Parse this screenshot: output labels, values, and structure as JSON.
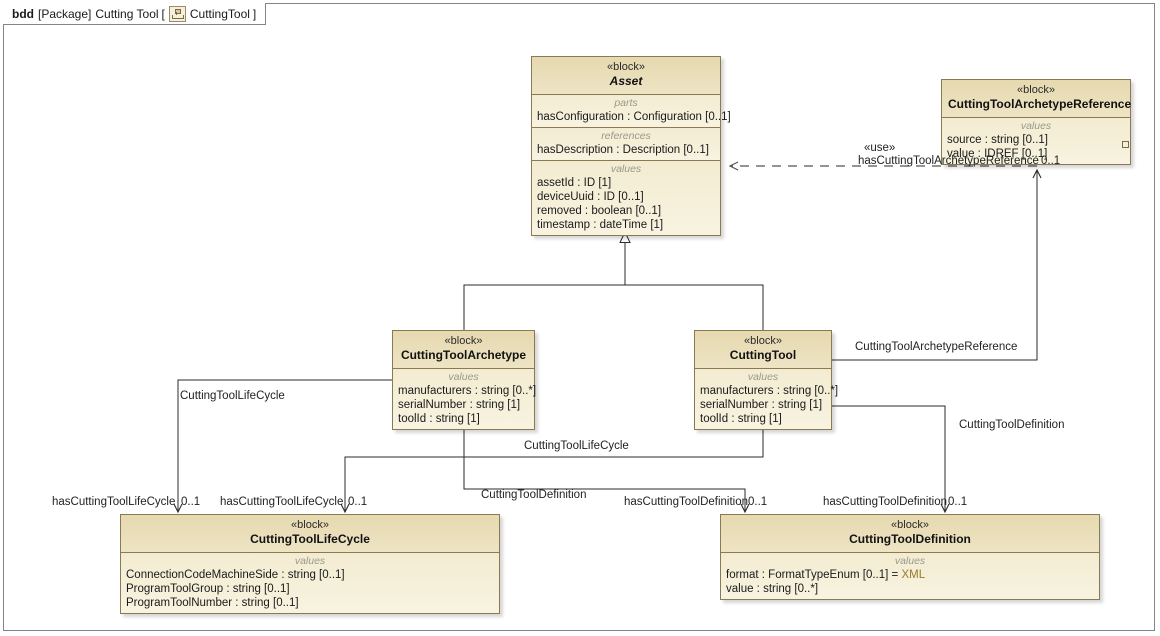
{
  "diagram": {
    "kind": "bdd",
    "frame_kw": "bdd",
    "frame_package": "[Package]",
    "frame_name": "Cutting Tool",
    "frame_bracket_open": "[",
    "frame_diagram_name": "CuttingTool",
    "frame_bracket_close": "]",
    "icon": "bdd-diagram-icon"
  },
  "blocks": [
    {
      "id": "asset",
      "stereotype": "«block»",
      "name": "Asset",
      "abstract": true,
      "compartments": [
        {
          "title": "parts",
          "features": [
            "hasConfiguration : Configuration [0..1]"
          ]
        },
        {
          "title": "references",
          "features": [
            "hasDescription : Description [0..1]"
          ]
        },
        {
          "title": "values",
          "features": [
            "assetId : ID [1]",
            "deviceUuid : ID [0..1]",
            "removed : boolean [0..1]",
            "timestamp : dateTime [1]"
          ]
        }
      ]
    },
    {
      "id": "ctarchref",
      "stereotype": "«block»",
      "name": "CuttingToolArchetypeReference",
      "abstract": false,
      "compartments": [
        {
          "title": "values",
          "features": [
            "source : string [0..1]",
            "value : IDREF [0..1]"
          ]
        }
      ]
    },
    {
      "id": "ctarchetype",
      "stereotype": "«block»",
      "name": "CuttingToolArchetype",
      "abstract": false,
      "compartments": [
        {
          "title": "values",
          "features": [
            "manufacturers : string [0..*]",
            "serialNumber : string [1]",
            "toolId : string [1]"
          ]
        }
      ]
    },
    {
      "id": "cuttingtool",
      "stereotype": "«block»",
      "name": "CuttingTool",
      "abstract": false,
      "compartments": [
        {
          "title": "values",
          "features": [
            "manufacturers : string [0..*]",
            "serialNumber : string [1]",
            "toolId : string [1]"
          ]
        }
      ]
    },
    {
      "id": "ctlifecycle",
      "stereotype": "«block»",
      "name": "CuttingToolLifeCycle",
      "abstract": false,
      "compartments": [
        {
          "title": "values",
          "features": [
            "ConnectionCodeMachineSide : string [0..1]",
            "ProgramToolGroup : string [0..1]",
            "ProgramToolNumber : string [0..1]"
          ]
        }
      ]
    },
    {
      "id": "ctdefinition",
      "stereotype": "«block»",
      "name": "CuttingToolDefinition",
      "abstract": false,
      "compartments": [
        {
          "title": "values",
          "features": [
            "format : FormatTypeEnum [0..1] = XML",
            "value : string [0..*]"
          ]
        }
      ]
    }
  ],
  "edge_labels": {
    "use_stereotype": "«use»",
    "use_role": "hasCuttingToolArchetypeReference",
    "use_mult": "0..1",
    "assoc_ctarchref_end": "CuttingToolArchetypeReference",
    "assoc_ctlifecycle_from_archetype": "CuttingToolLifeCycle",
    "assoc_ctlifecycle_from_tool": "CuttingToolLifeCycle",
    "assoc_ctdefinition_from_tool_left": "CuttingToolDefinition",
    "assoc_ctdefinition_from_tool_right": "CuttingToolDefinition",
    "role_haslifecycle_1": "hasCuttingToolLifeCycle",
    "mult_haslifecycle_1": "0..1",
    "role_haslifecycle_2": "hasCuttingToolLifeCycle",
    "mult_haslifecycle_2": "0..1",
    "role_hasdefinition_1": "hasCuttingToolDefinition",
    "mult_hasdefinition_1": "0..1",
    "role_hasdefinition_2": "hasCuttingToolDefinition",
    "mult_hasdefinition_2": "0..1"
  },
  "colors": {
    "block_border": "#8a7a52",
    "block_fill_top": "#ece0bb",
    "block_fill_bottom": "#f6f0d8",
    "edge": "#2b2b2b",
    "frame_border": "#848484",
    "compartment_title": "#9a9a8a",
    "default_value": "#9a7a2a"
  }
}
